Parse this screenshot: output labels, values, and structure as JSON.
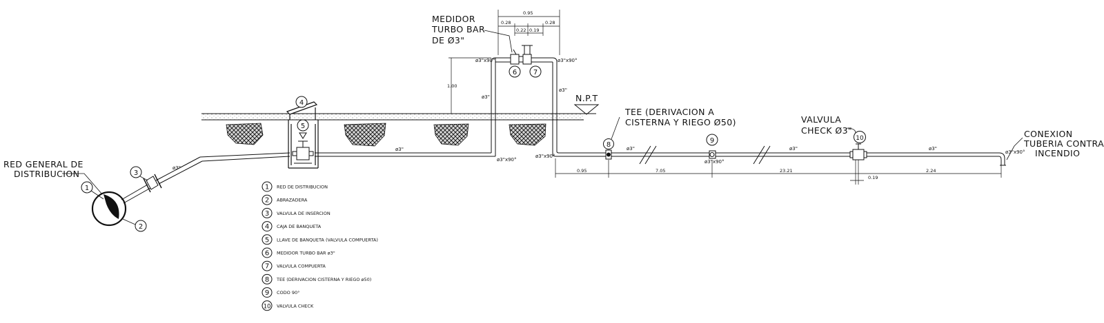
{
  "labels": {
    "medidor": [
      "MEDIDOR",
      "TURBO BAR",
      "DE Ø3\""
    ],
    "red_general": [
      "RED GENERAL DE",
      "DISTRIBUCION"
    ],
    "npt": "N.P.T",
    "tee": [
      "TEE (DERIVACION A",
      "CISTERNA Y RIEGO Ø50)"
    ],
    "valvula_check": [
      "VALVULA",
      "CHECK Ø3\""
    ],
    "conexion": [
      "CONEXION",
      "TUBERIA CONTRA",
      "INCENDIO"
    ]
  },
  "pipe_labels": {
    "d3": "ø3\"",
    "elbow": "ø3\"x90°"
  },
  "dimensions": {
    "top_total": "0.95",
    "top_left": "0.28",
    "top_mid1": "0.22",
    "top_mid2": "0.19",
    "top_right": "0.28",
    "height": "1.00",
    "bottom": [
      "0.95",
      "7.05",
      "23.21",
      "2.24"
    ],
    "check_offset": "0.19"
  },
  "callouts": [
    "1",
    "2",
    "3",
    "4",
    "5",
    "6",
    "7",
    "8",
    "9",
    "10"
  ],
  "legend": [
    {
      "num": "1",
      "text": "RED DE DISTRIBUCION"
    },
    {
      "num": "2",
      "text": "ABRAZADERA"
    },
    {
      "num": "3",
      "text": "VALVULA DE INSERCION"
    },
    {
      "num": "4",
      "text": "CAJA DE BANQUETA"
    },
    {
      "num": "5",
      "text": "LLAVE DE BANQUETA (VALVULA COMPUERTA)"
    },
    {
      "num": "6",
      "text": "MEDIDOR TURBO BAR ø3\""
    },
    {
      "num": "7",
      "text": "VALVULA COMPUERTA"
    },
    {
      "num": "8",
      "text": "TEE (DERIVACION CISTERNA Y RIEGO ø50)"
    },
    {
      "num": "9",
      "text": "CODO 90°"
    },
    {
      "num": "10",
      "text": "VALVULA CHECK"
    }
  ]
}
